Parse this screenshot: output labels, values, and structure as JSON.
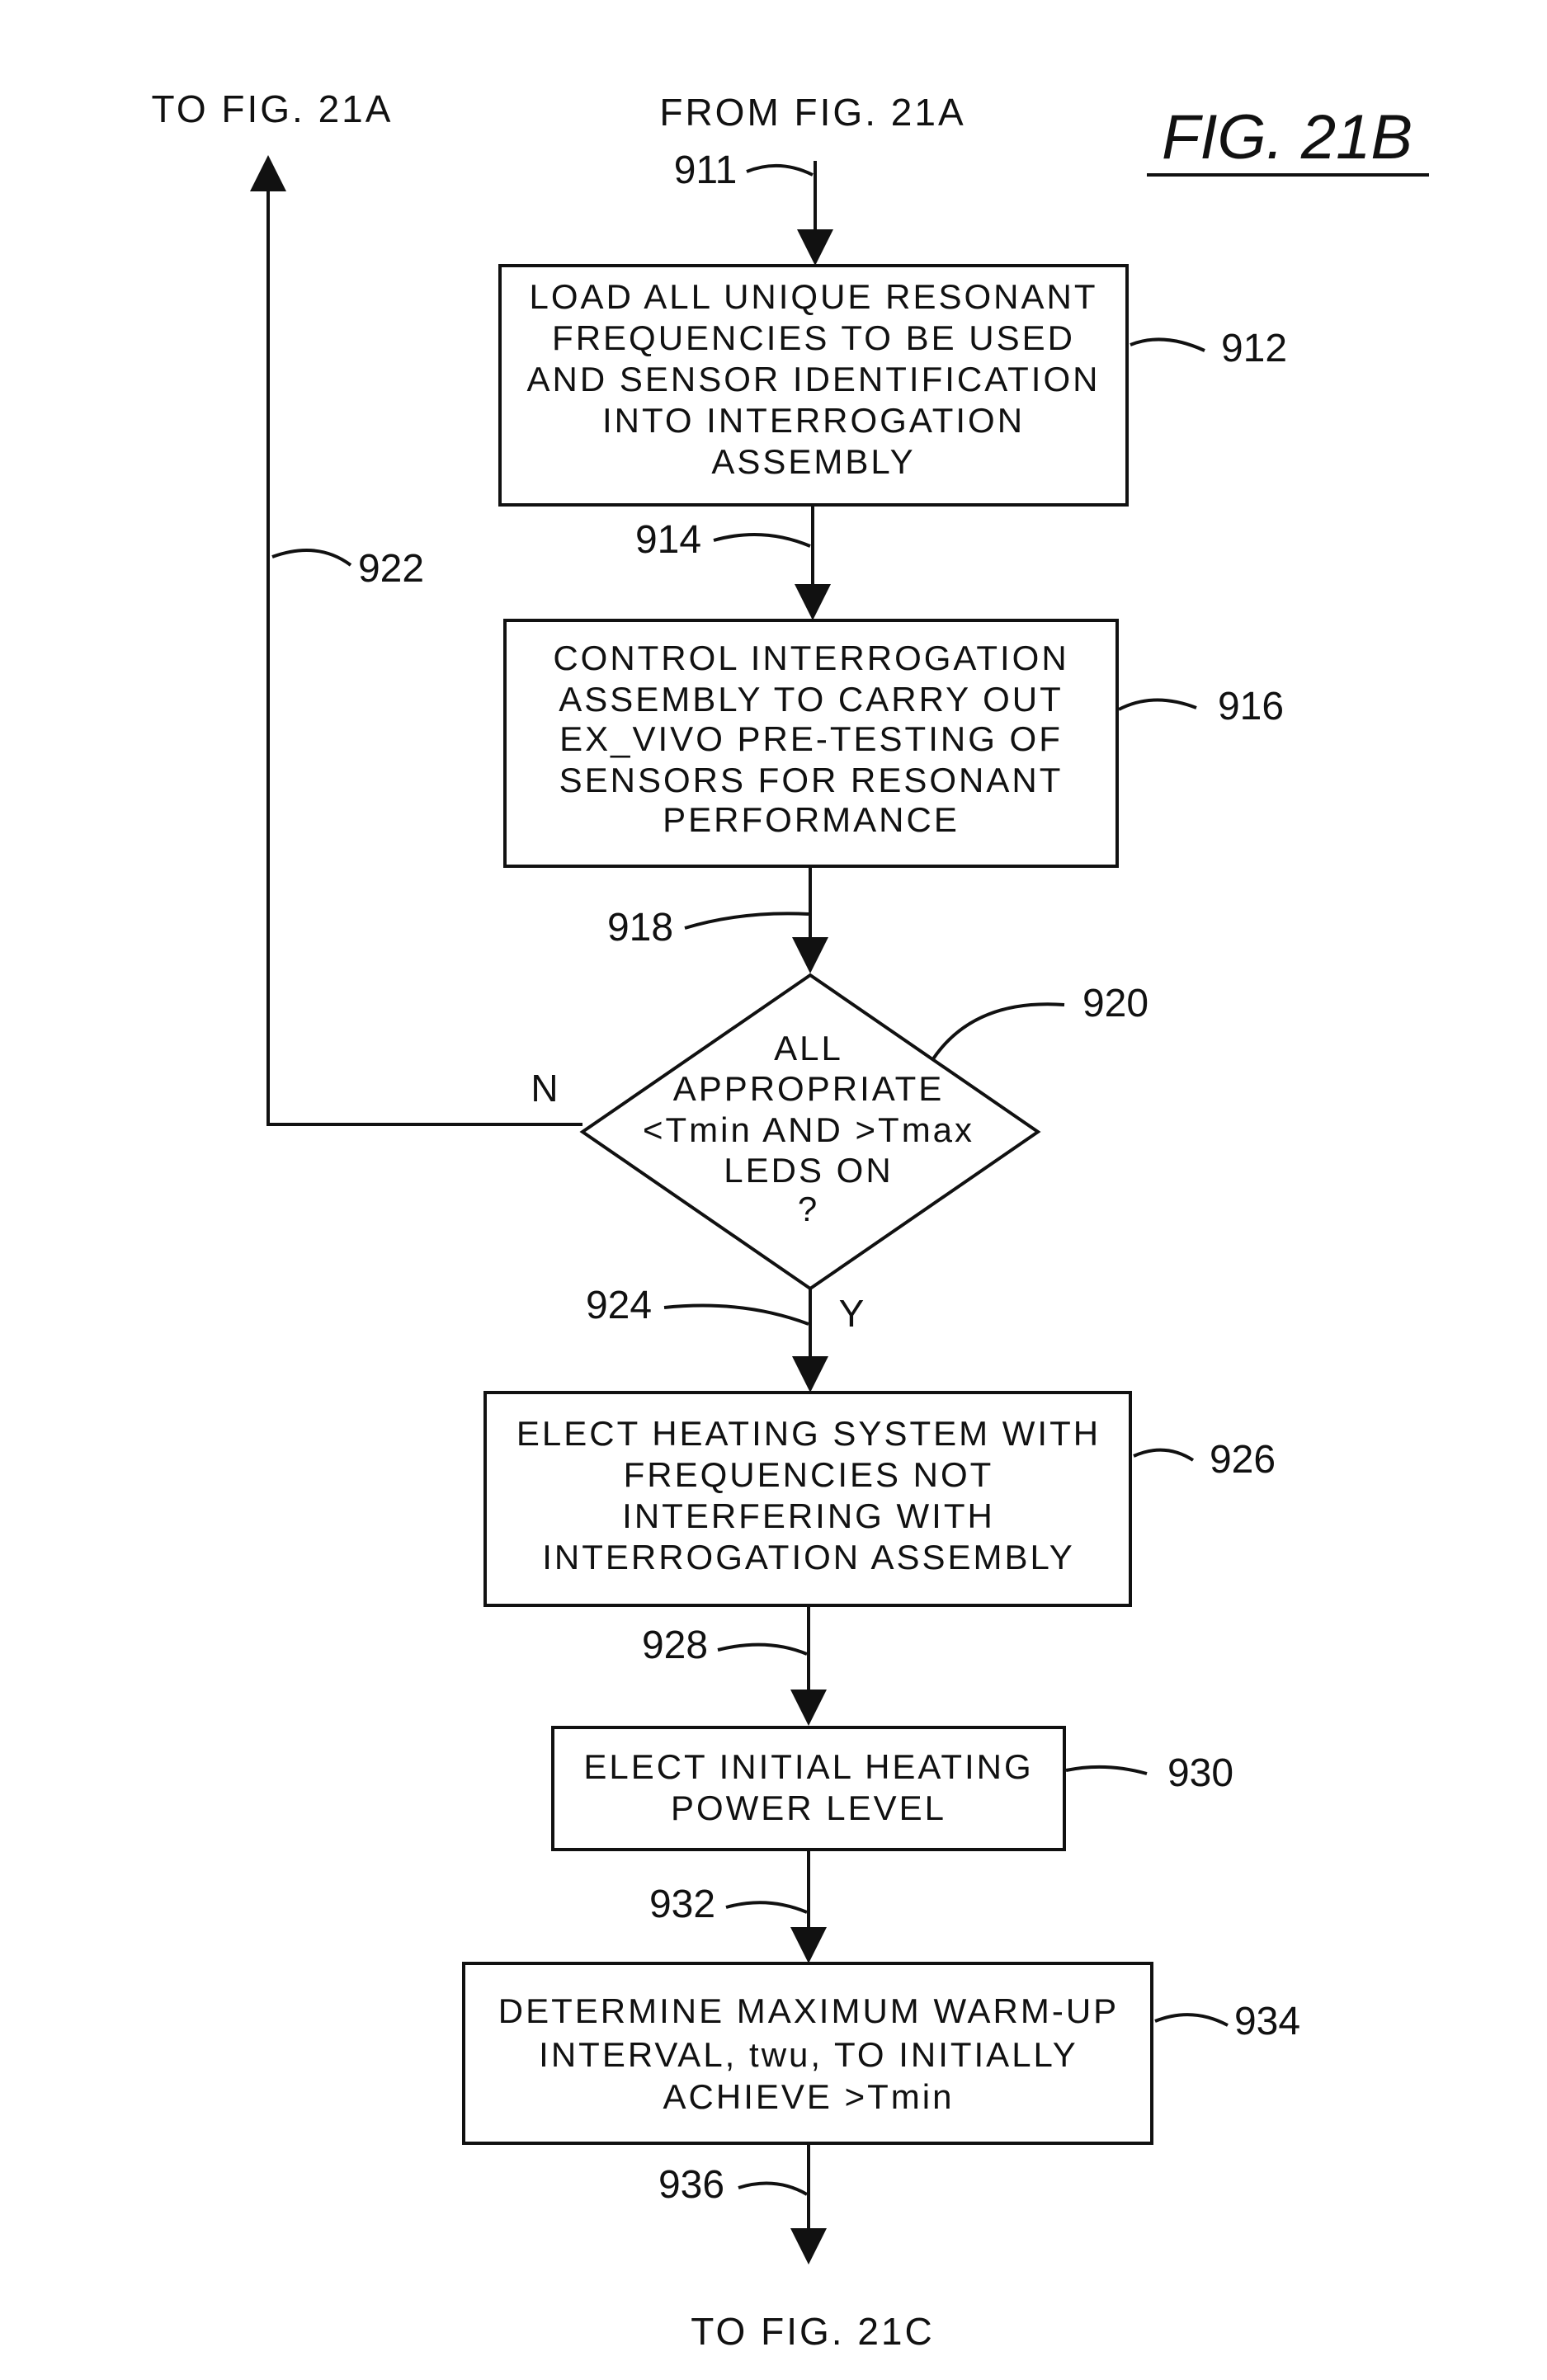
{
  "figure": {
    "title": "FIG. 21B"
  },
  "connectors": {
    "to_top": "TO FIG. 21A",
    "from_top": "FROM FIG. 21A",
    "to_bottom": "TO FIG. 21C"
  },
  "steps": {
    "s912": {
      "ref": "912",
      "lines": [
        "LOAD ALL UNIQUE RESONANT",
        "FREQUENCIES TO BE USED",
        "AND SENSOR IDENTIFICATION",
        "INTO INTERROGATION",
        "ASSEMBLY"
      ]
    },
    "s916": {
      "ref": "916",
      "lines": [
        "CONTROL INTERROGATION",
        "ASSEMBLY TO CARRY OUT",
        "EX_VIVO PRE-TESTING OF",
        "SENSORS FOR RESONANT",
        "PERFORMANCE"
      ]
    },
    "s926": {
      "ref": "926",
      "lines": [
        "ELECT HEATING SYSTEM WITH",
        "FREQUENCIES NOT",
        "INTERFERING WITH",
        "INTERROGATION ASSEMBLY"
      ]
    },
    "s930": {
      "ref": "930",
      "lines": [
        "ELECT INITIAL HEATING",
        "POWER LEVEL"
      ]
    },
    "s934": {
      "ref": "934",
      "lines": [
        "DETERMINE MAXIMUM WARM-UP",
        "INTERVAL, twu, TO INITIALLY",
        "ACHIEVE >Tmin"
      ]
    }
  },
  "decision": {
    "ref": "920",
    "lines": [
      "ALL",
      "APPROPRIATE",
      "<Tmin AND >Tmax",
      "LEDS ON",
      "?"
    ],
    "no_label": "N",
    "yes_label": "Y"
  },
  "arrow_refs": {
    "a911": "911",
    "a914": "914",
    "a918": "918",
    "a922": "922",
    "a924": "924",
    "a928": "928",
    "a932": "932",
    "a936": "936"
  }
}
